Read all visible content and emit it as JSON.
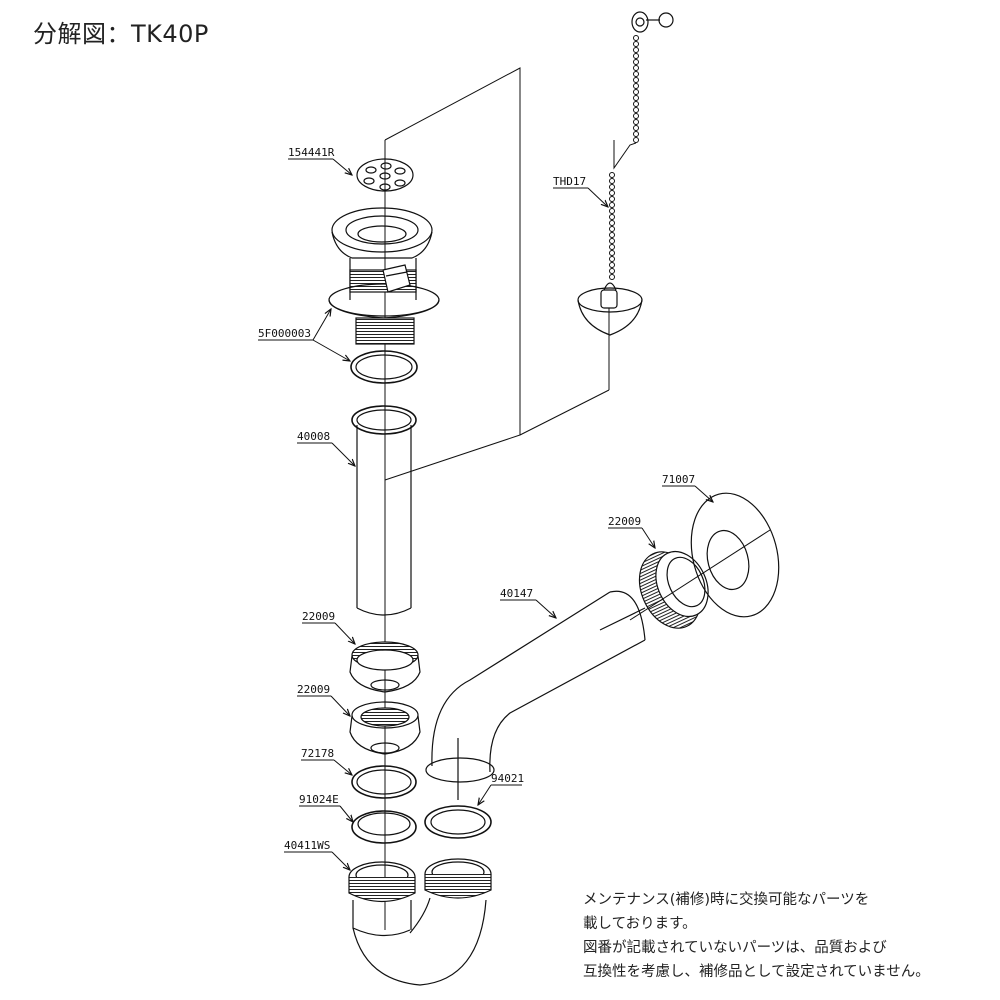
{
  "title": "分解図：TK40P",
  "parts": [
    {
      "id": "strainer",
      "label": "154441R"
    },
    {
      "id": "drain-body",
      "label": "5F000003"
    },
    {
      "id": "chain-stopper",
      "label": "THD17"
    },
    {
      "id": "tailpiece",
      "label": "40008"
    },
    {
      "id": "nut-upper",
      "label": "22009"
    },
    {
      "id": "nut-lower",
      "label": "22009"
    },
    {
      "id": "packing-72178",
      "label": "72178"
    },
    {
      "id": "packing-91024e",
      "label": "91024E"
    },
    {
      "id": "trap-body",
      "label": "40411WS"
    },
    {
      "id": "drain-pipe",
      "label": "40147"
    },
    {
      "id": "packing-94021",
      "label": "94021"
    },
    {
      "id": "wall-nut",
      "label": "22009"
    },
    {
      "id": "escutcheon",
      "label": "71007"
    }
  ],
  "note": {
    "lines": [
      "メンテナンス(補修)時に交換可能なパーツを",
      "載しております。",
      "図番が記載されていないパーツは、品質および",
      "互換性を考慮し、補修品として設定されていません。"
    ]
  }
}
